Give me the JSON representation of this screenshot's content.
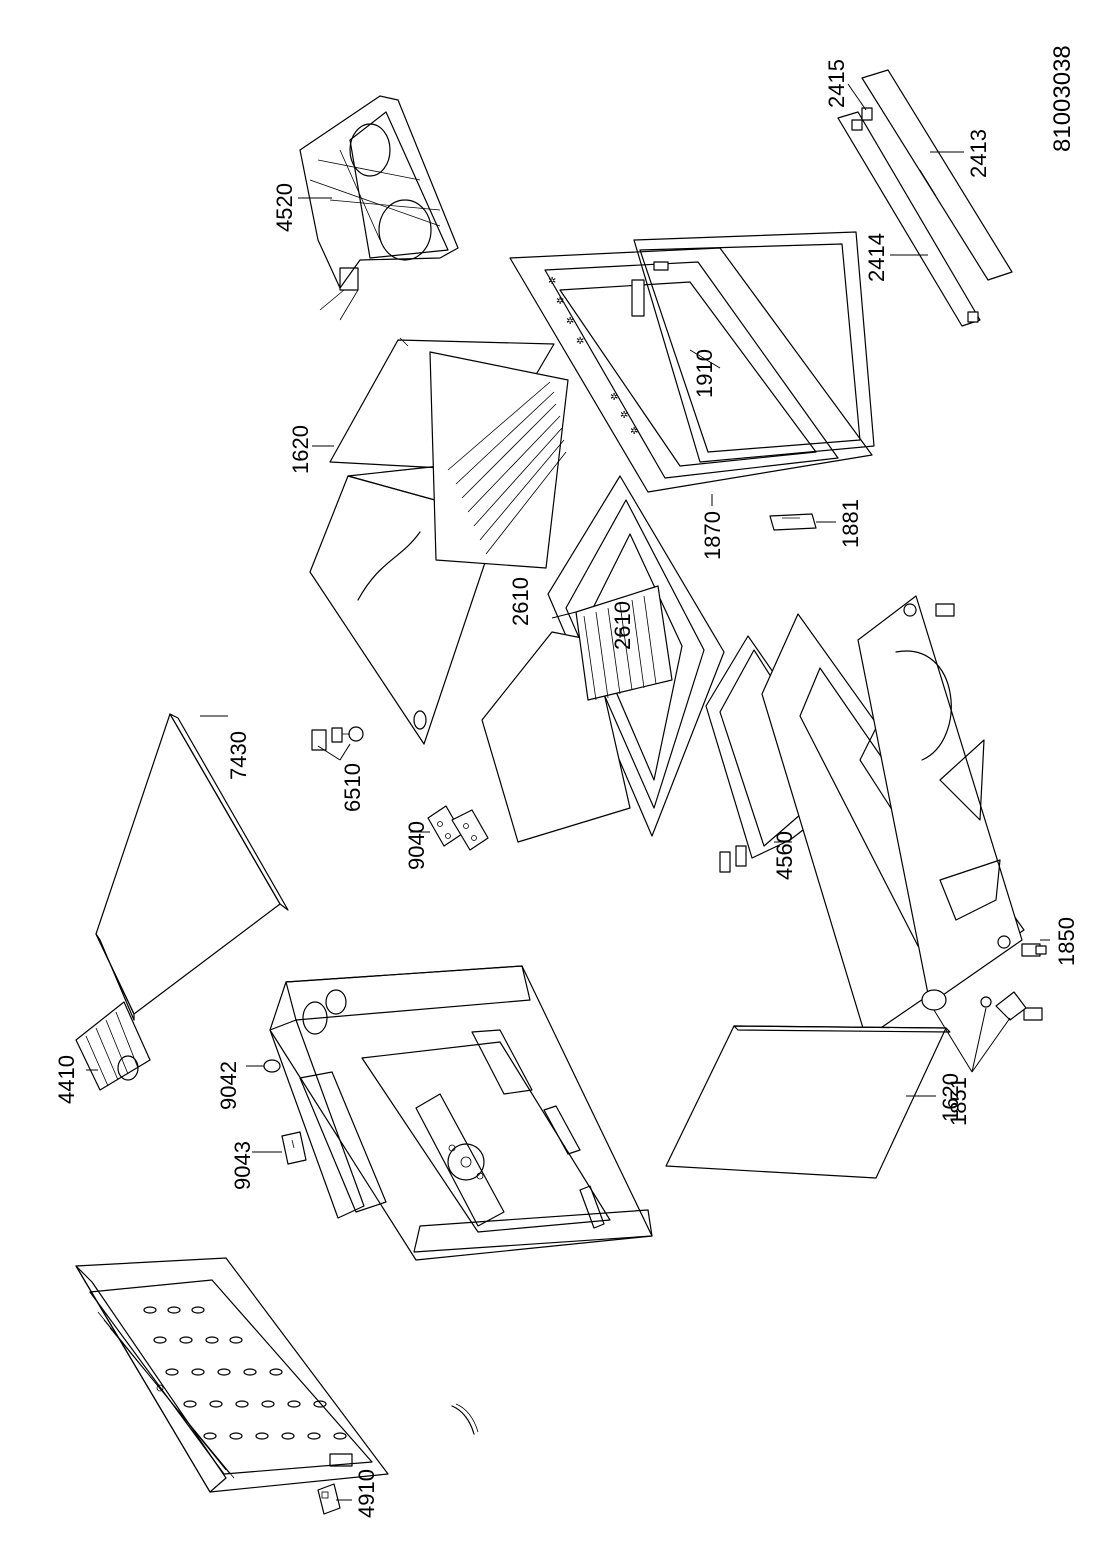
{
  "drawing_number": "81003038",
  "callouts": {
    "c2415": "2415",
    "c2413": "2413",
    "c2414": "2414",
    "c4520": "4520",
    "c1910": "1910",
    "c1620_top": "1620",
    "c1870": "1870",
    "c1881": "1881",
    "c2610_left": "2610",
    "c2610_right": "2610",
    "c7430": "7430",
    "c6510": "6510",
    "c9040": "9040",
    "c1850": "1850",
    "c4560": "4560",
    "c1851": "1851",
    "c4410": "4410",
    "c9042": "9042",
    "c9043": "9043",
    "c1620_bottom": "1620",
    "c4910": "4910"
  }
}
